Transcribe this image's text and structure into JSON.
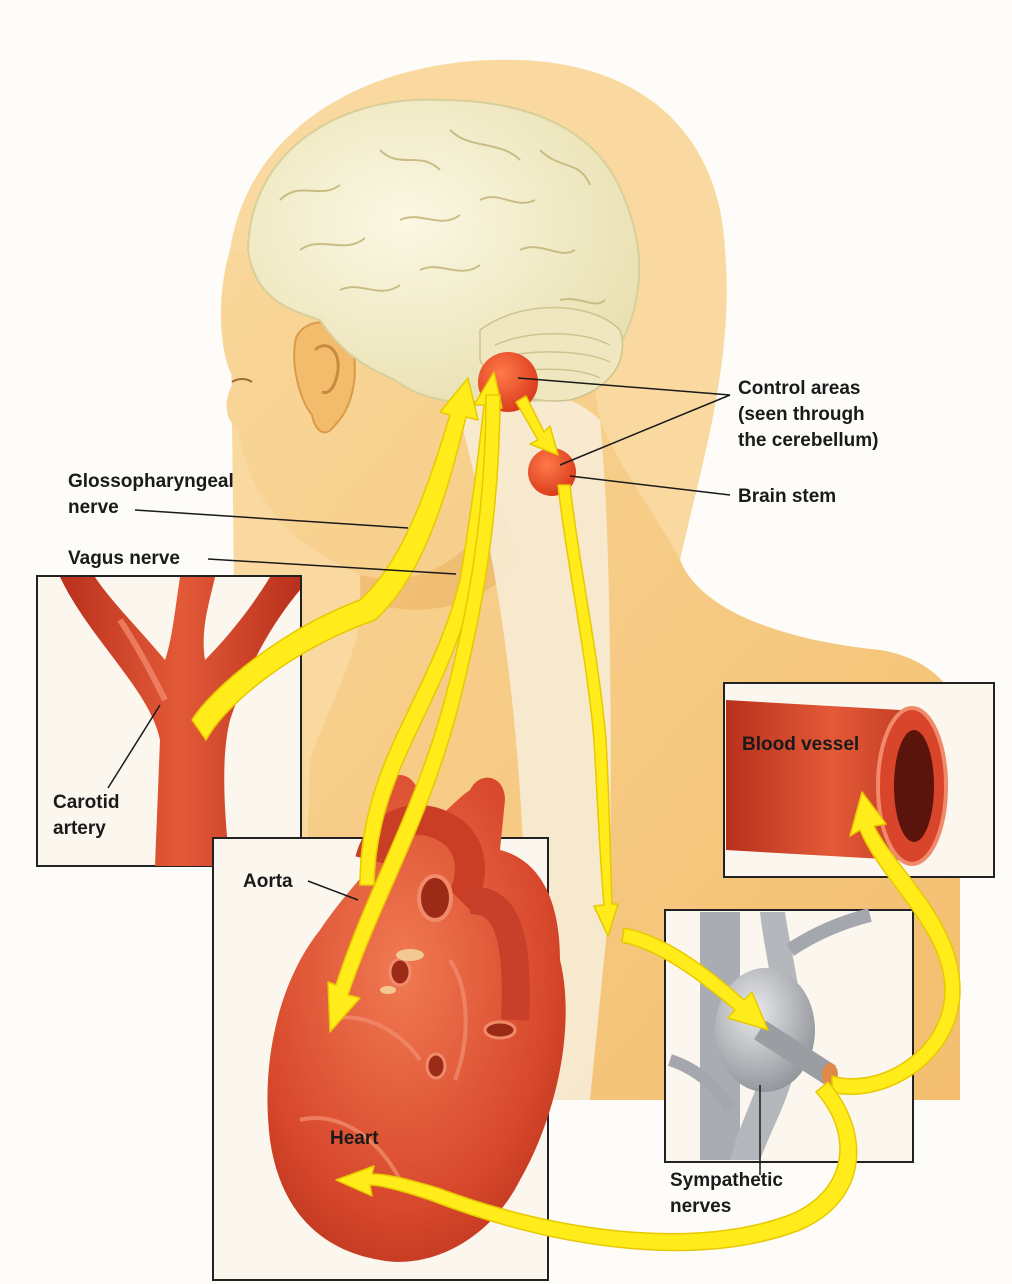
{
  "labels": {
    "control_areas": [
      "Control areas",
      "(seen through",
      "the cerebellum)"
    ],
    "brain_stem": "Brain stem",
    "glossopharyngeal": [
      "Glossopharyngeal",
      "nerve"
    ],
    "vagus": "Vagus nerve",
    "carotid": [
      "Carotid",
      "artery"
    ],
    "aorta": "Aorta",
    "heart": "Heart",
    "blood_vessel": "Blood vessel",
    "sympathetic": [
      "Sympathetic",
      "nerves"
    ]
  },
  "colors": {
    "background": "#fdfcf8",
    "skin": "#f6c77c",
    "skin_shadow": "#e9ad5c",
    "hair": "#f8d898",
    "brain": "#f5f0cf",
    "spine": "#f7ecd6",
    "artery": "#d9452a",
    "artery_light": "#ee7a55",
    "nerve_arrow": "#ffec1a",
    "nerve_arrow_edge": "#e8c800",
    "control_area": "#e84a22",
    "ganglion": "#b9bcc0"
  }
}
